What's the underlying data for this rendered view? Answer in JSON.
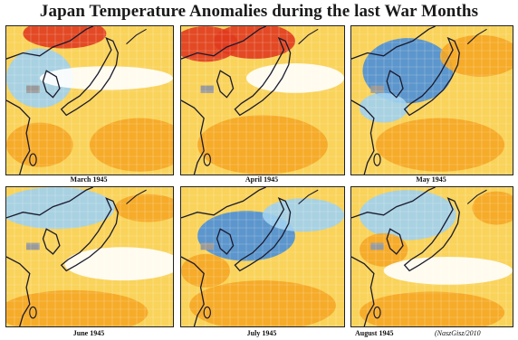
{
  "title": "Japan Temperature Anomalies during the last War Months",
  "panels": [
    {
      "caption": "March 1945",
      "variant": 0
    },
    {
      "caption": "April 1945",
      "variant": 1
    },
    {
      "caption": "May 1945",
      "variant": 2
    },
    {
      "caption": "June 1945",
      "variant": 3
    },
    {
      "caption": "July 1945",
      "variant": 4
    },
    {
      "caption": "August 1945",
      "variant": 5
    }
  ],
  "credit": "(NaszGisz/2010",
  "colors": {
    "strong_warm": "#e03a1e",
    "warm": "#f5a623",
    "mild_warm": "#f9d35a",
    "neutral": "#ffffff",
    "cool": "#9fd0f0",
    "strong_cool": "#4a8fd8",
    "no_data": "#9a9a9a",
    "coast": "#1a1a2e"
  }
}
